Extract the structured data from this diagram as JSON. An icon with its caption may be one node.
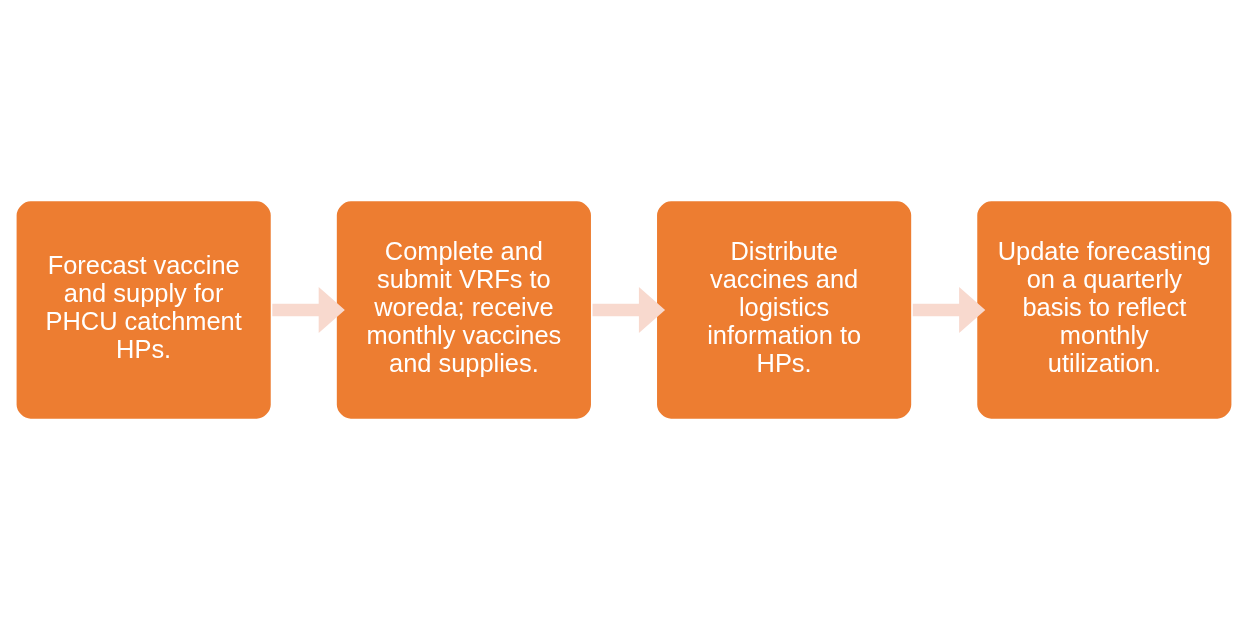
{
  "diagram": {
    "nodes": [
      {
        "text": [
          "Forecast vaccine and supply for PHCU catchment HPs."
        ]
      },
      {
        "text": [
          "Complete and submit VRFs to woreda; receive monthly vaccines and supplies."
        ]
      },
      {
        "text": [
          "Distribute vaccines and logistics information to HPs."
        ]
      },
      {
        "text": [
          "Update forecasting on a quarterly basis to reflect monthly utilization."
        ]
      }
    ],
    "edges": [
      {
        "from": 0,
        "to": 1,
        "arrow": "to"
      },
      {
        "from": 1,
        "to": 2,
        "arrow": "to"
      },
      {
        "from": 2,
        "to": 3,
        "arrow": "to"
      }
    ]
  }
}
